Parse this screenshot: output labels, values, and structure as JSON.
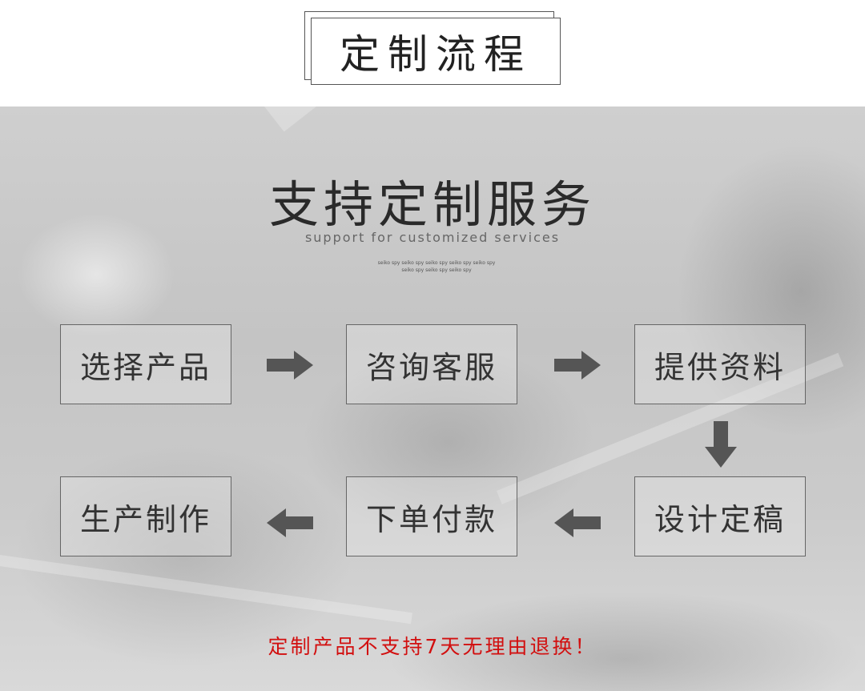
{
  "title": "定制流程",
  "heading": "支持定制服务",
  "subheading": "support for customized services",
  "tiny_text_line1": "seiko spy seiko spy seiko spy seiko spy seiko spy",
  "tiny_text_line2": "seiko spy seiko spy seiko spy",
  "steps": [
    "选择产品",
    "咨询客服",
    "提供资料",
    "设计定稿",
    "下单付款",
    "生产制作"
  ],
  "notice": "定制产品不支持7天无理由退换！",
  "colors": {
    "notice": "#d20f0f",
    "arrow": "#555555",
    "border": "#666666"
  },
  "icons": [
    "arrow-right-icon",
    "arrow-right-icon",
    "arrow-down-icon",
    "arrow-left-icon",
    "arrow-left-icon"
  ]
}
